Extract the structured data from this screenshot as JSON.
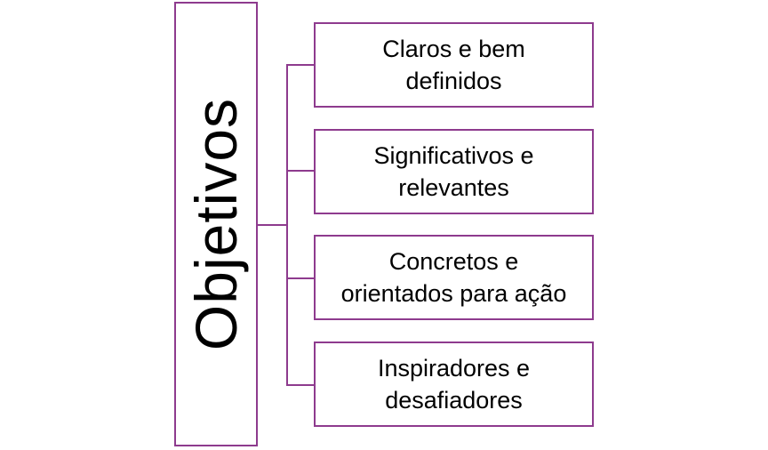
{
  "diagram": {
    "root": {
      "label": "Objetivos"
    },
    "children": [
      {
        "label": "Claros e bem\ndefinidos"
      },
      {
        "label": "Significativos e\nrelevantes"
      },
      {
        "label": "Concretos e\norientados para ação"
      },
      {
        "label": "Inspiradores e\ndesafiadores"
      }
    ]
  },
  "colors": {
    "border": "#8e3b8e",
    "text": "#000000",
    "background": "#ffffff"
  }
}
